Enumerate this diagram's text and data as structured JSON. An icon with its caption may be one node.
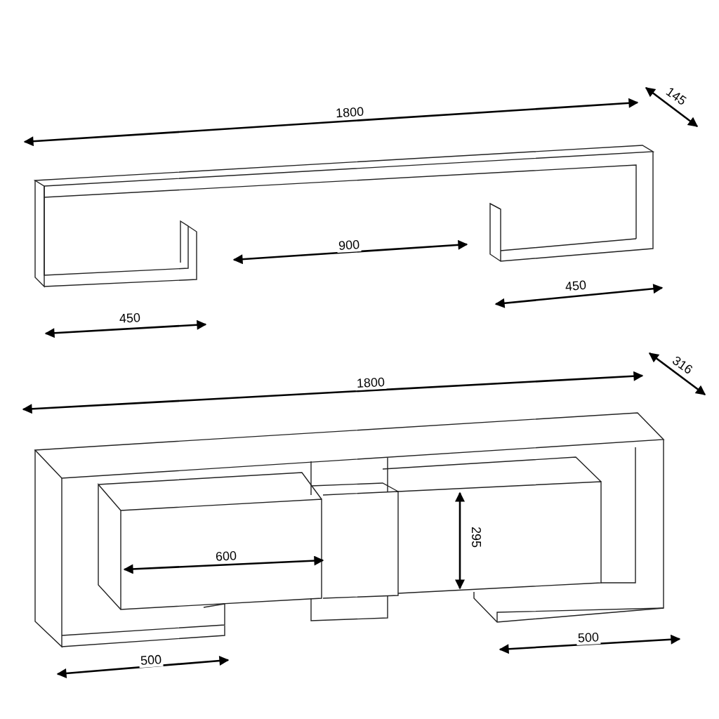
{
  "diagram": {
    "labels": [
      "145",
      "1800",
      "900",
      "450",
      "450",
      "316",
      "1800",
      "600",
      "295",
      "500",
      "500"
    ]
  }
}
